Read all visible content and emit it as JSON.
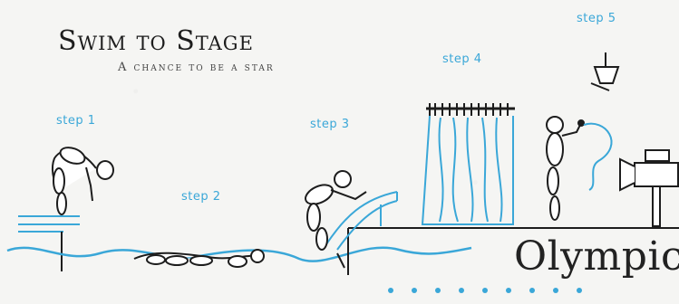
{
  "title": "Swim to Stage",
  "subtitle": "A chance to be a star",
  "steps": [
    "step 1",
    "step 2",
    "step 3",
    "step 4",
    "step 5"
  ],
  "brand": "Olympic",
  "colors": {
    "accent": "#3aa7d8",
    "ink": "#1d1d1d"
  },
  "dots_count": 9
}
